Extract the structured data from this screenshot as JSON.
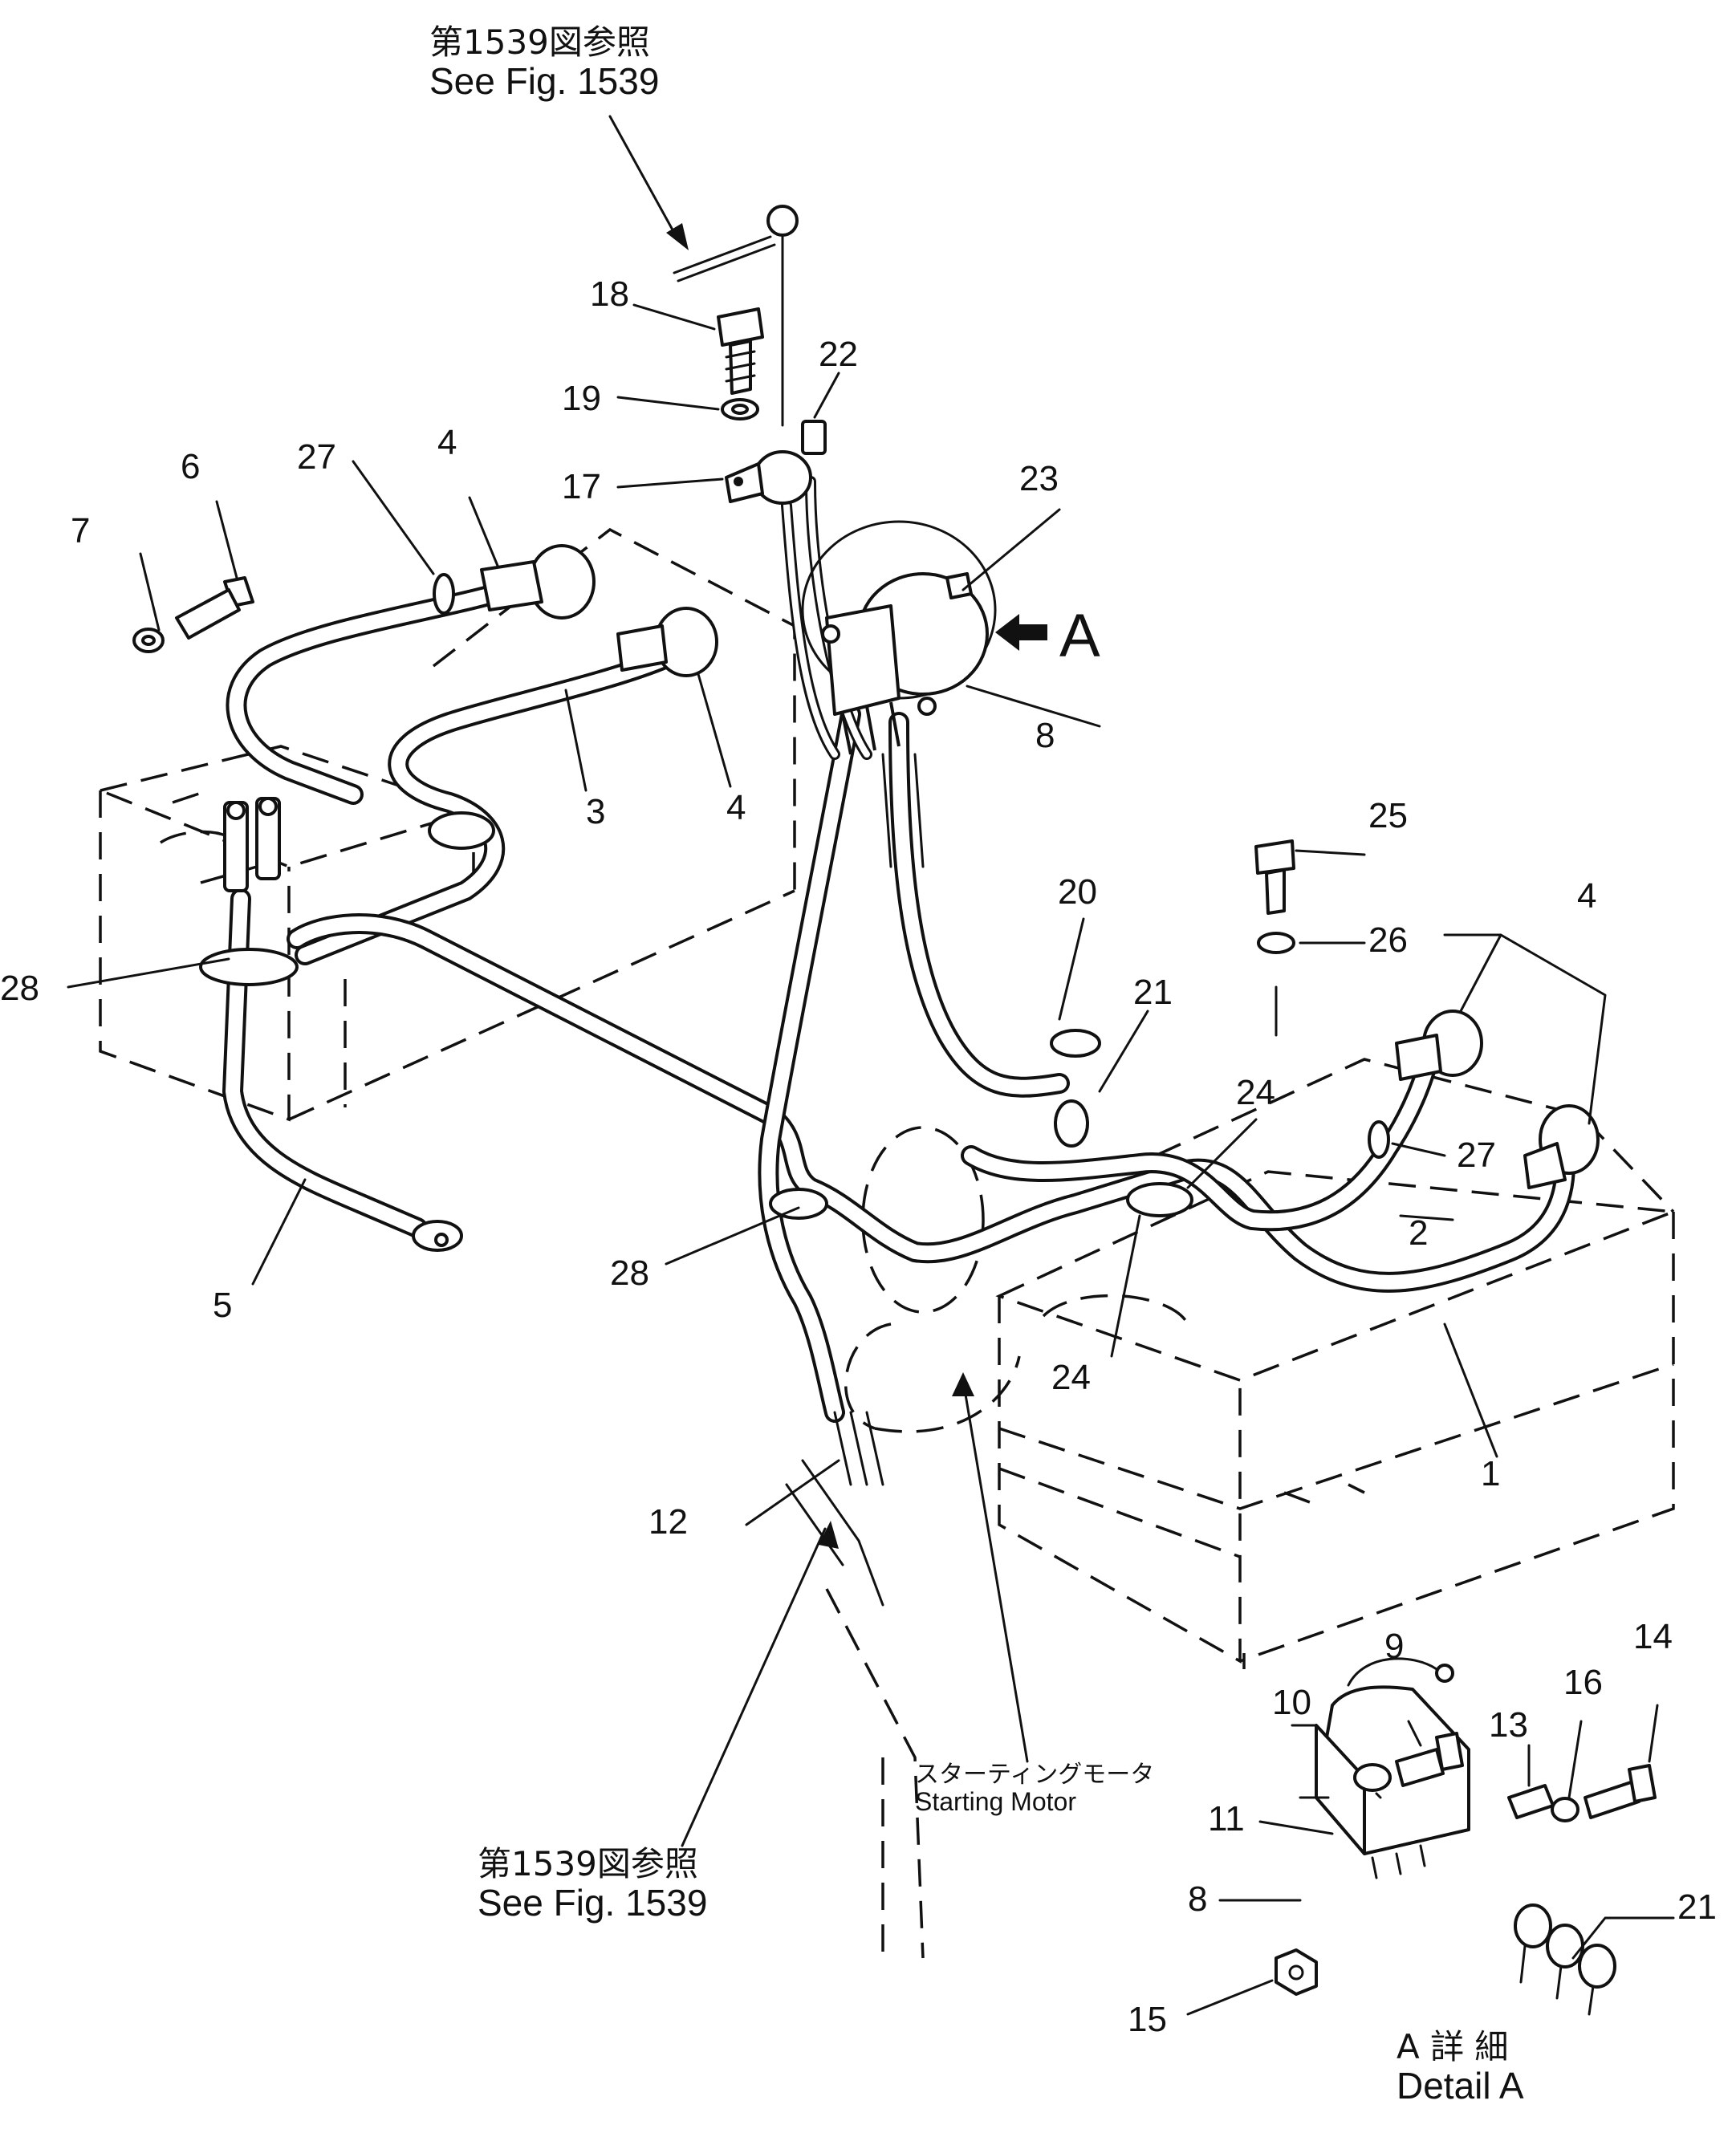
{
  "diagram": {
    "references": {
      "top": {
        "jp": "第1539図参照",
        "en": "See Fig. 1539"
      },
      "bottom": {
        "jp": "第1539図参照",
        "en": "See Fig. 1539"
      }
    },
    "starting_motor": {
      "jp": "スターティングモータ",
      "en": "Starting Motor"
    },
    "view_marker": "A",
    "detail_caption": {
      "jp": "A 詳 細",
      "en": "Detail A"
    },
    "callouts": {
      "p1": "1",
      "p2": "2",
      "p3": "3",
      "p4a": "4",
      "p4b": "4",
      "p4c": "4",
      "p5": "5",
      "p6": "6",
      "p7": "7",
      "p8a": "8",
      "p8b": "8",
      "p9": "9",
      "p10": "10",
      "p11": "11",
      "p12": "12",
      "p13": "13",
      "p14": "14",
      "p15": "15",
      "p16": "16",
      "p17": "17",
      "p18": "18",
      "p19": "19",
      "p20": "20",
      "p21a": "21",
      "p21b": "21",
      "p22": "22",
      "p23": "23",
      "p24a": "24",
      "p24b": "24",
      "p25": "25",
      "p26": "26",
      "p27a": "27",
      "p27b": "27",
      "p28a": "28",
      "p28b": "28"
    }
  }
}
